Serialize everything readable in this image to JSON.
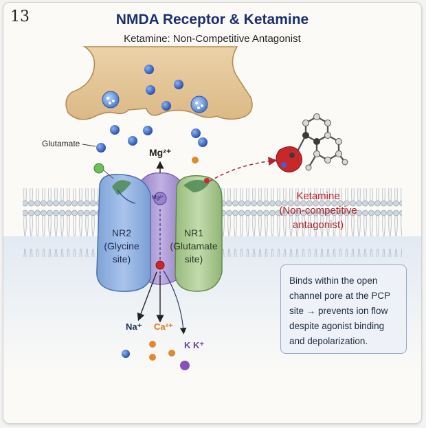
{
  "page_number": "13",
  "title": "NMDA Receptor & Ketamine",
  "subtitle": "Ketamine: Non-Competitive Antagonist",
  "labels": {
    "glutamate": "Glutamate",
    "mg_top": "Mg²⁺",
    "mg_channel": "Mg²⁺",
    "nr2": [
      "NR2",
      "(Glycine",
      "site)"
    ],
    "nr1": [
      "NR1",
      "(Glutamate",
      "site)"
    ],
    "ketamine": [
      "Ketamine",
      "(Non-competitive",
      "antagonist)"
    ]
  },
  "ions": {
    "na": "Na⁺",
    "ca": "Ca²⁺",
    "k": "K K⁺"
  },
  "info_box": "Binds within the open channel pore at the PCP site → prevents ion flow despite agonist binding and depolarization.",
  "colors": {
    "title": "#1d2f6e",
    "ketamine": "#b3242a",
    "nr2": "#8fb1e0",
    "nr1": "#a9c98f",
    "pore": "#a58fd0",
    "glutamate_dot": "#2f5fbf",
    "ca_dot": "#e08a2b",
    "k_dot": "#8a4fbf"
  }
}
